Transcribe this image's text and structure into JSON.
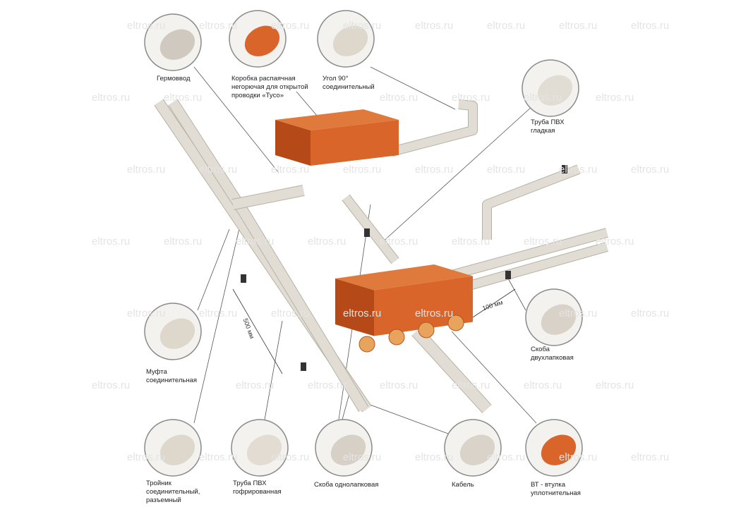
{
  "watermark": "eltros.ru",
  "labels": {
    "germovvod": [
      "Гермоввод"
    ],
    "box": [
      "Коробка распаячная",
      "негорючая для открытой",
      "проводки «Tyco»"
    ],
    "angle": [
      "Угол 90°",
      "соединительный"
    ],
    "pipe_smooth": [
      "Труба ПВХ",
      "гладкая"
    ],
    "clip_double": [
      "Скоба",
      "двухлапковая"
    ],
    "coupling": [
      "Муфта",
      "соединительная"
    ],
    "tee": [
      "Тройник",
      "соединительный,",
      "разъемный"
    ],
    "pipe_corrugated": [
      "Труба ПВХ",
      "гофрированная"
    ],
    "clip_single": [
      "Скоба однолапковая"
    ],
    "cable": [
      "Кабель"
    ],
    "bushing": [
      "ВТ - втулка",
      "уплотнительная"
    ]
  },
  "dimensions": {
    "d500": "500 мм",
    "d100": "100 мм"
  },
  "colors": {
    "box_orange": "#d9652a",
    "box_dark": "#b54a18",
    "pipe": "#e2ddd4",
    "pipe_edge": "#b8b1a5",
    "circle_border": "#8a8a8a"
  }
}
